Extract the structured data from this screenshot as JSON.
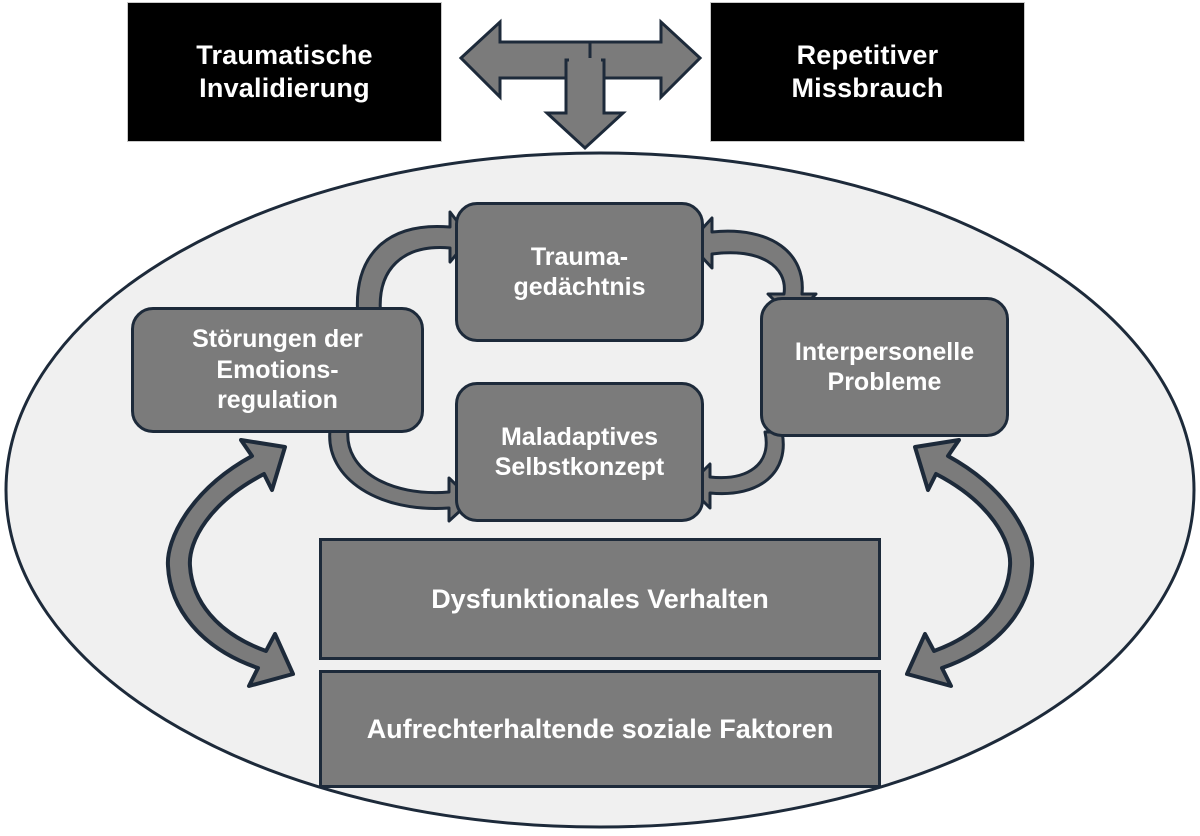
{
  "diagram": {
    "title_not_shown": "",
    "background_color": "#ffffff",
    "ellipse_fill": "#f0f0f0",
    "ellipse_stroke": "#1d2a3a",
    "box_gray": "#7b7b7b",
    "box_border": "#1d2a3a",
    "box_black": "#000000",
    "arrow_fill": "#7b7b7b",
    "arrow_stroke": "#1d2a3a",
    "text_color": "#ffffff"
  },
  "top_boxes": [
    {
      "id": "traumatische-invalidierung",
      "label": "Traumatische\nInvalidierung"
    },
    {
      "id": "repetitiver-missbrauch",
      "label": "Repetitiver\nMissbrauch"
    }
  ],
  "core_boxes": [
    {
      "id": "stoerungen-emotionsregulation",
      "label": "Störungen der\nEmotions-\nregulation"
    },
    {
      "id": "traumagedaechtnis",
      "label": "Trauma-\ngedächtnis"
    },
    {
      "id": "maladaptives-selbstkonzept",
      "label": "Maladaptives\nSelbstkonzept"
    },
    {
      "id": "interpersonelle-probleme",
      "label": "Interpersonelle\nProbleme"
    }
  ],
  "bottom_boxes": [
    {
      "id": "dysfunktionales-verhalten",
      "label": "Dysfunktionales Verhalten"
    },
    {
      "id": "aufrechterhaltende-soziale-faktoren",
      "label": "Aufrechterhaltende soziale Faktoren"
    }
  ],
  "arrows": [
    {
      "id": "top-bidirectional-horizontal",
      "kind": "double-headed-horizontal",
      "between": [
        "traumatische-invalidierung",
        "repetitiver-missbrauch"
      ]
    },
    {
      "id": "top-down-into-ellipse",
      "kind": "single-headed-down",
      "from": "top-boxes",
      "to": "ellipse"
    },
    {
      "id": "curve-emotionsregulation-traumagedaechtnis",
      "kind": "double-headed-curved"
    },
    {
      "id": "curve-emotionsregulation-maladaptives",
      "kind": "double-headed-curved"
    },
    {
      "id": "curve-traumagedaechtnis-interpersonelle",
      "kind": "double-headed-curved"
    },
    {
      "id": "curve-maladaptives-interpersonelle",
      "kind": "double-headed-curved"
    },
    {
      "id": "curve-left-big",
      "kind": "double-headed-curved-large"
    },
    {
      "id": "curve-right-big",
      "kind": "double-headed-curved-large"
    }
  ]
}
